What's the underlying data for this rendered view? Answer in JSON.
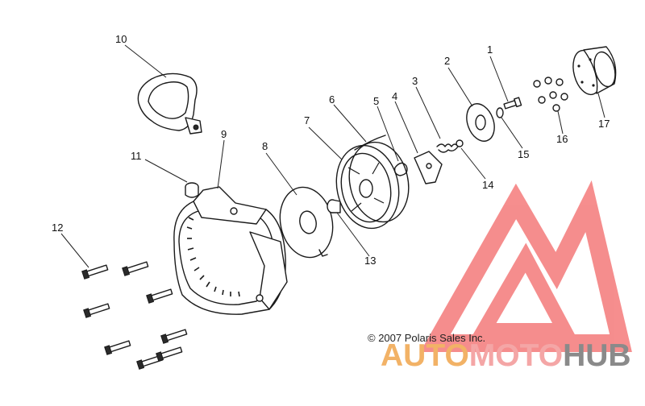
{
  "diagram": {
    "callouts": [
      "1",
      "2",
      "3",
      "4",
      "5",
      "6",
      "7",
      "8",
      "9",
      "10",
      "11",
      "12",
      "13",
      "14",
      "15",
      "16",
      "17"
    ],
    "copyright": "© 2007 Polaris Sales Inc."
  },
  "watermark": {
    "part1": "AUTO",
    "part2": "MOTO",
    "part3": "HUB",
    "colors": {
      "auto": "#f2b266",
      "moto": "#f4a6a6",
      "hub": "#8a8a8a",
      "logo": "#f47a7a"
    }
  }
}
